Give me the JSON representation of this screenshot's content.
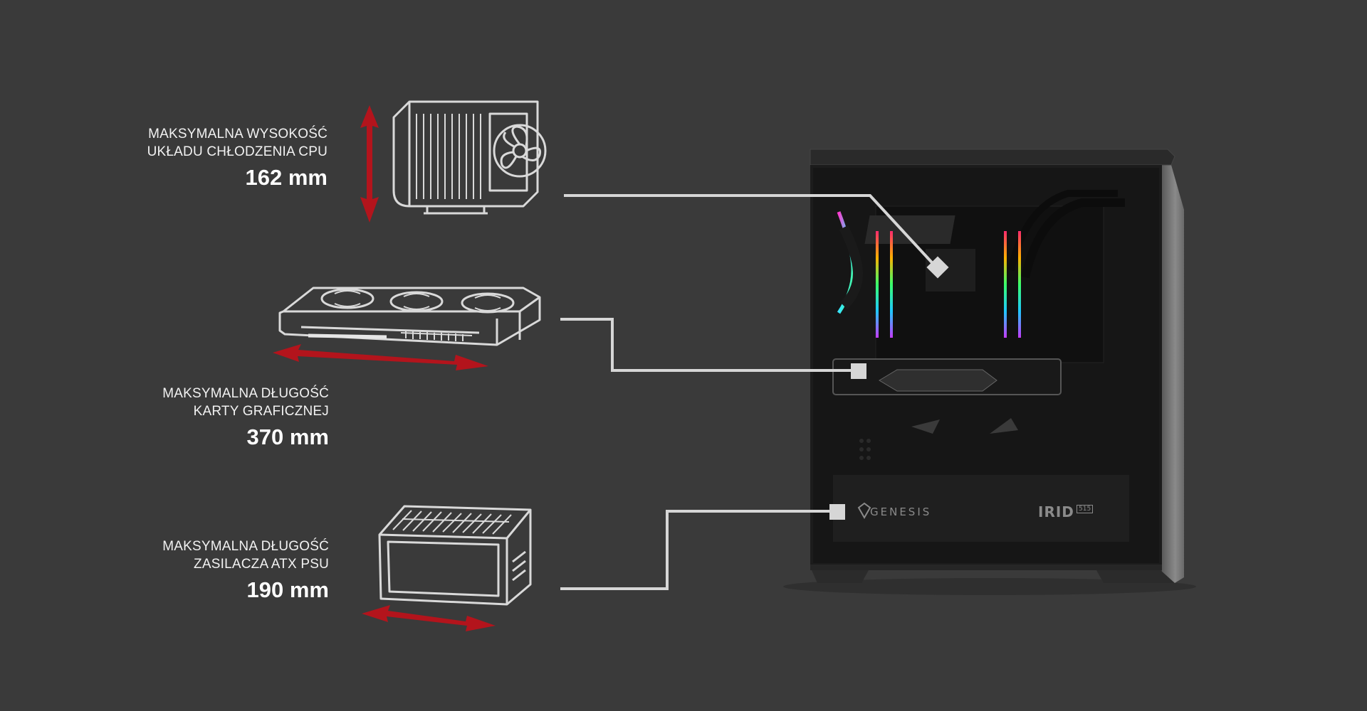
{
  "specs": [
    {
      "line1": "MAKSYMALNA  WYSOKOŚĆ",
      "line2": "UKŁADU CHŁODZENIA CPU",
      "value": "162 mm",
      "icon": "cpu-cooler-icon"
    },
    {
      "line1": "MAKSYMALNA  DŁUGOŚĆ",
      "line2": "KARTY GRAFICZNEJ",
      "value": "370 mm",
      "icon": "graphics-card-icon"
    },
    {
      "line1": "MAKSYMALNA  DŁUGOŚĆ",
      "line2": "ZASILACZA ATX PSU",
      "value": "190 mm",
      "icon": "power-supply-icon"
    }
  ],
  "case": {
    "brand": "GENESIS",
    "model": "IRID",
    "model_suffix": "515"
  },
  "colors": {
    "background": "#3a3a3a",
    "accent_arrow": "#b3141c",
    "outline": "#d9d9d9",
    "connector": "#d6d6d6",
    "text": "#ffffff"
  }
}
